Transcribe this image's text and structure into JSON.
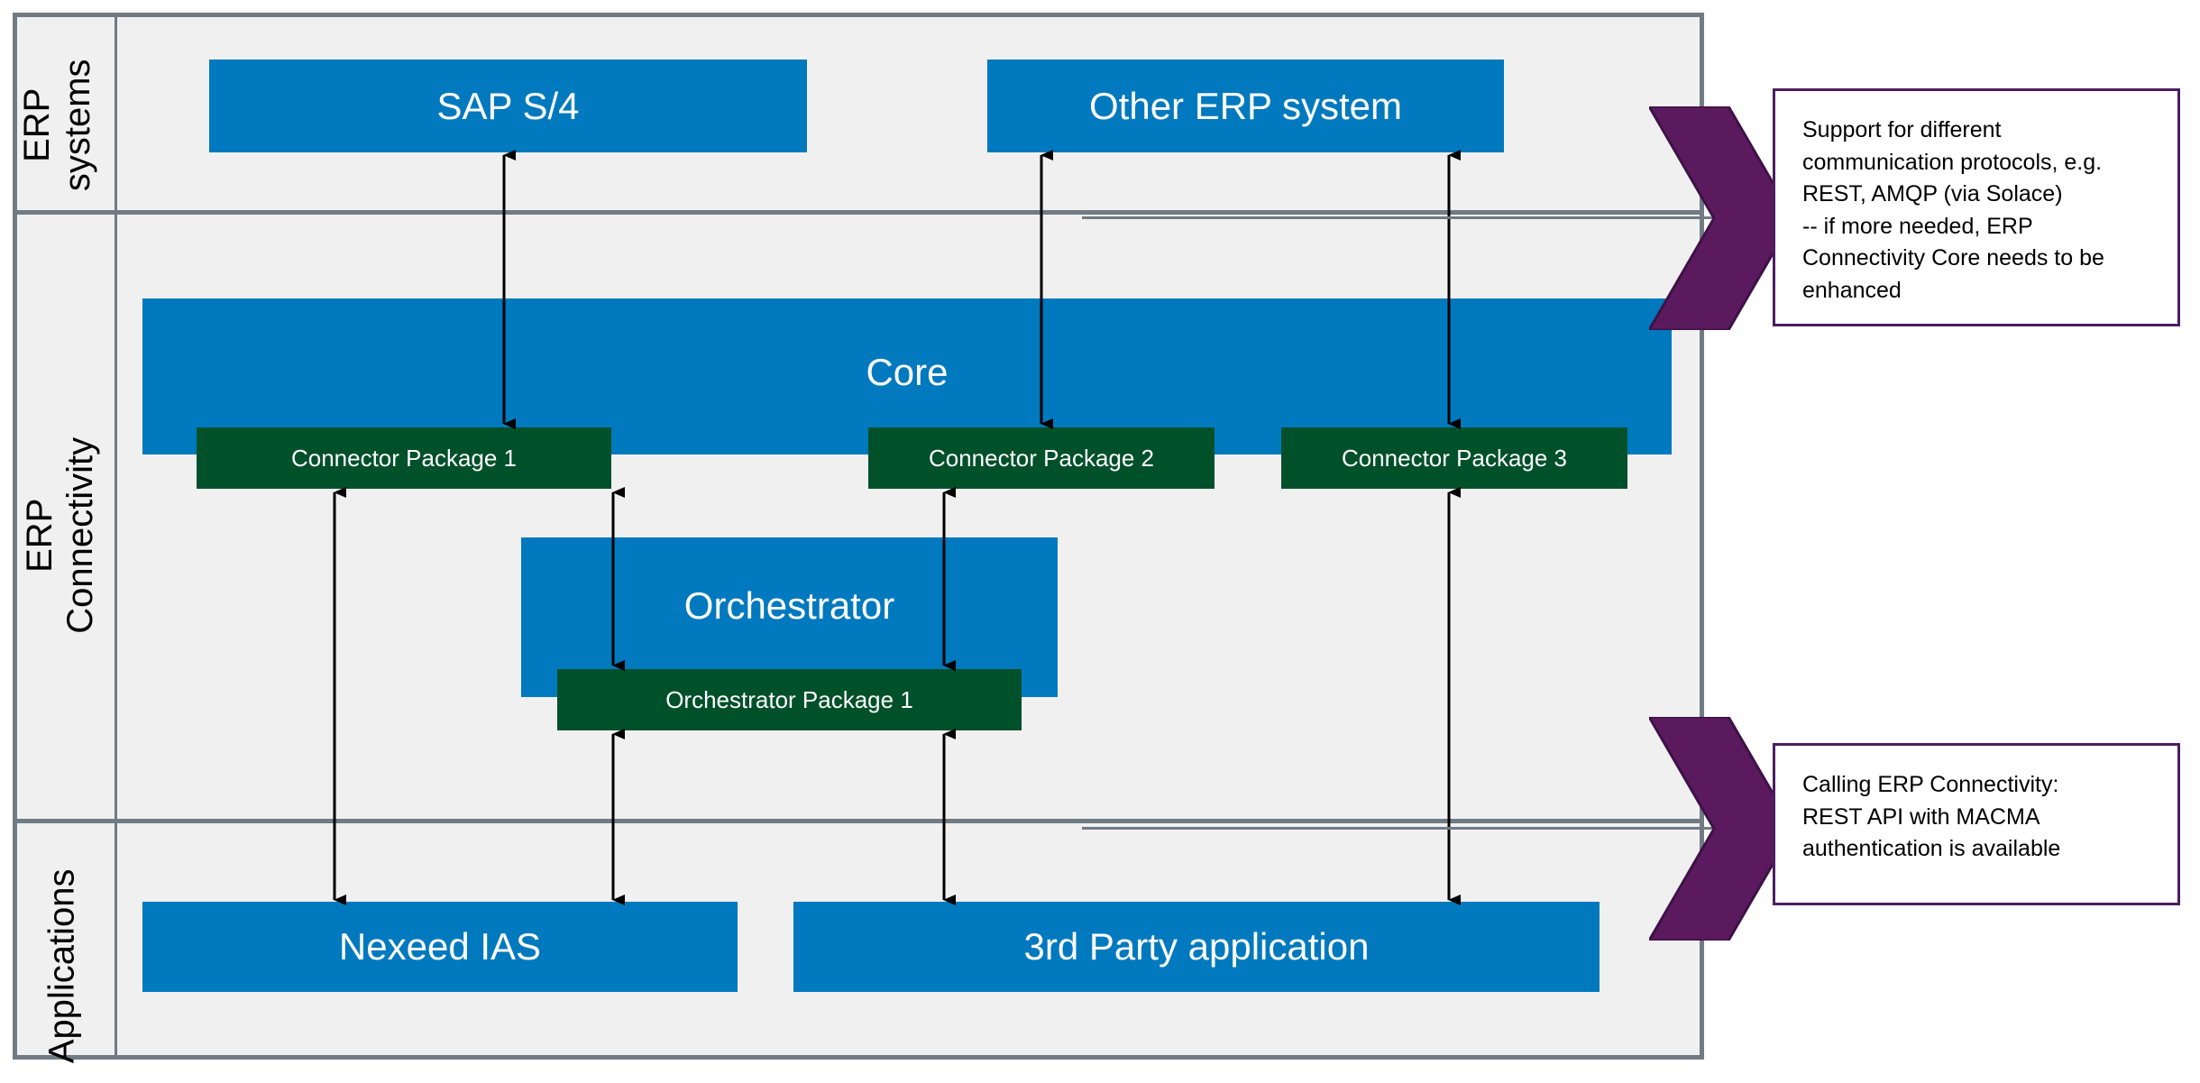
{
  "diagram": {
    "title": "ERP Connectivity architecture swimlane diagram",
    "colors": {
      "blue": "#0079be",
      "green": "#00502a",
      "purple": "#4b1d63",
      "chevron_fill": "#5c1a5e",
      "lane_border": "#707b84",
      "lane_background": "#f0f0f0"
    }
  },
  "lanes": [
    {
      "label": "ERP\nsystems"
    },
    {
      "label": "ERP Connectivity"
    },
    {
      "label": "Applications"
    }
  ],
  "blocks": {
    "sap": "SAP S/4",
    "other_erp": "Other ERP system",
    "core": "Core",
    "orchestrator": "Orchestrator",
    "nexeed": "Nexeed IAS",
    "third_party": "3rd Party application"
  },
  "packages": {
    "connector_1": "Connector Package 1",
    "connector_2": "Connector Package 2",
    "connector_3": "Connector Package 3",
    "orchestrator_1": "Orchestrator Package 1"
  },
  "notes": [
    {
      "text": "Support for different communication protocols, e.g. REST, AMQP (via Solace)\n-- if more needed, ERP Connectivity Core needs to be enhanced"
    },
    {
      "text": "Calling ERP Connectivity:\nREST API with MACMA authentication is available"
    }
  ]
}
